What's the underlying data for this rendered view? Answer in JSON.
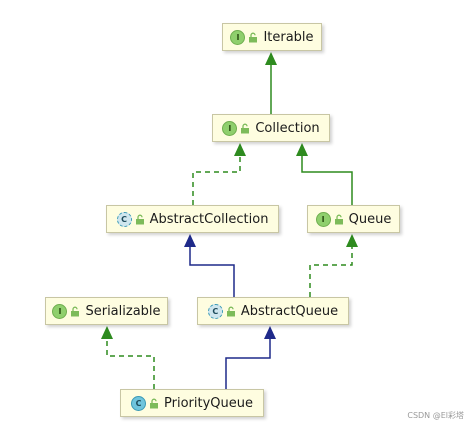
{
  "diagram": {
    "nodes": [
      {
        "id": "iterable",
        "label": "Iterable",
        "kind": "interface",
        "badge": "I"
      },
      {
        "id": "collection",
        "label": "Collection",
        "kind": "interface",
        "badge": "I"
      },
      {
        "id": "abstract_collection",
        "label": "AbstractCollection",
        "kind": "abstract-class",
        "badge": "C"
      },
      {
        "id": "queue",
        "label": "Queue",
        "kind": "interface",
        "badge": "I"
      },
      {
        "id": "serializable",
        "label": "Serializable",
        "kind": "interface",
        "badge": "I"
      },
      {
        "id": "abstract_queue",
        "label": "AbstractQueue",
        "kind": "abstract-class",
        "badge": "C"
      },
      {
        "id": "priority_queue",
        "label": "PriorityQueue",
        "kind": "class",
        "badge": "C"
      }
    ],
    "edges": [
      {
        "from": "collection",
        "to": "iterable",
        "type": "extends"
      },
      {
        "from": "abstract_collection",
        "to": "collection",
        "type": "implements"
      },
      {
        "from": "queue",
        "to": "collection",
        "type": "extends"
      },
      {
        "from": "abstract_queue",
        "to": "abstract_collection",
        "type": "extends"
      },
      {
        "from": "abstract_queue",
        "to": "queue",
        "type": "implements"
      },
      {
        "from": "priority_queue",
        "to": "abstract_queue",
        "type": "extends"
      },
      {
        "from": "priority_queue",
        "to": "serializable",
        "type": "implements"
      }
    ],
    "colors": {
      "interface_edge": "#2e8b1f",
      "class_edge": "#1f2a8a"
    }
  },
  "watermark": "CSDN @El彩塔"
}
